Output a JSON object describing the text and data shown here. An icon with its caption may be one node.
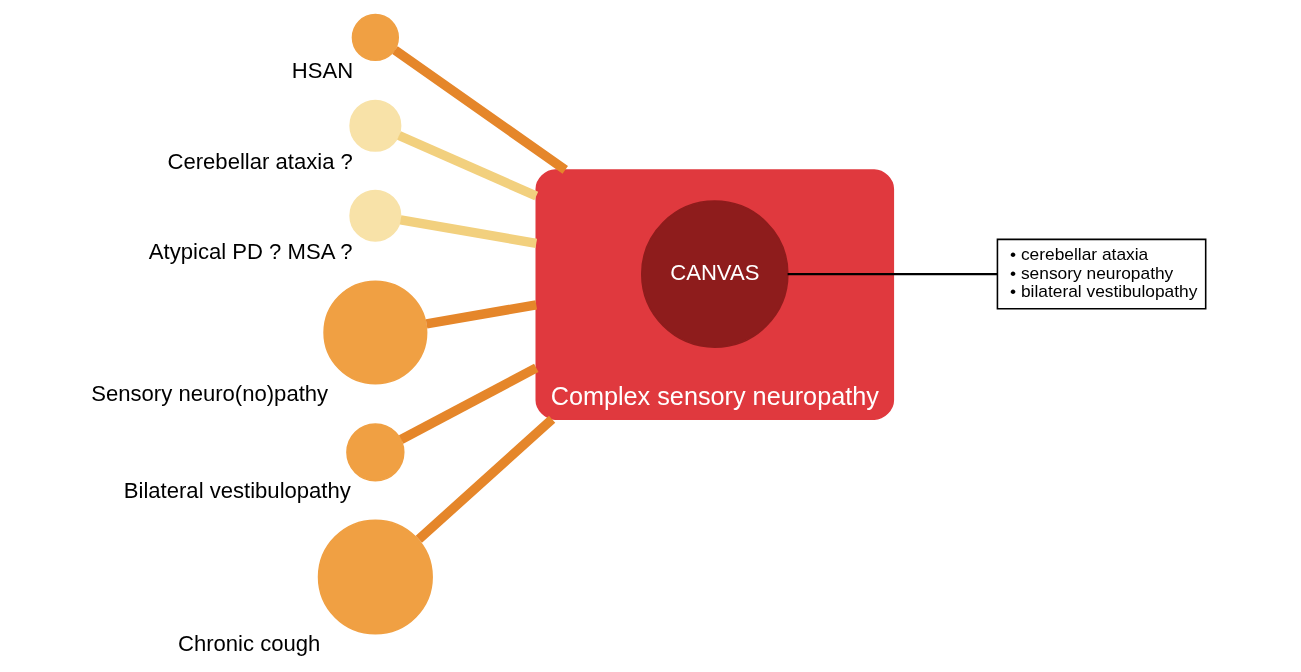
{
  "diagram": {
    "nodes": [
      {
        "text": [],
        "shape": "circle",
        "beside": [
          "HSAN"
        ]
      },
      {
        "text": [],
        "shape": "circle",
        "beside": [
          "Cerebellar ataxia ?"
        ]
      },
      {
        "text": [],
        "shape": "circle",
        "beside": [
          "Atypical PD ? MSA ?"
        ]
      },
      {
        "text": [],
        "shape": "circle",
        "beside": [
          "Sensory neuro(no)pathy"
        ]
      },
      {
        "text": [],
        "shape": "circle",
        "beside": [
          "Bilateral vestibulopathy"
        ]
      },
      {
        "text": [
          "Complex sensory neuropathy"
        ]
      },
      {
        "text": [
          "CANVAS"
        ],
        "in": 5
      },
      {
        "text": [
          "• cerebellar ataxia",
          "• sensory neuropathy",
          "• bilateral vestibulopathy"
        ]
      },
      {
        "text": [],
        "shape": "circle",
        "beside": [
          "Chronic cough"
        ]
      }
    ],
    "edges": [
      {
        "from": 0,
        "to": 5,
        "arrow": "none"
      },
      {
        "from": 1,
        "to": 5,
        "arrow": "none",
        "color": "#f2d07e"
      },
      {
        "from": 2,
        "to": 5,
        "arrow": "none",
        "color": "#f2d07e"
      },
      {
        "from": 3,
        "to": 5,
        "arrow": "none"
      },
      {
        "from": 4,
        "to": 5,
        "arrow": "none"
      },
      {
        "from": 6,
        "to": 7,
        "arrow": "none",
        "color": "#000000"
      },
      {
        "from": 8,
        "to": 5,
        "arrow": "none"
      }
    ]
  }
}
